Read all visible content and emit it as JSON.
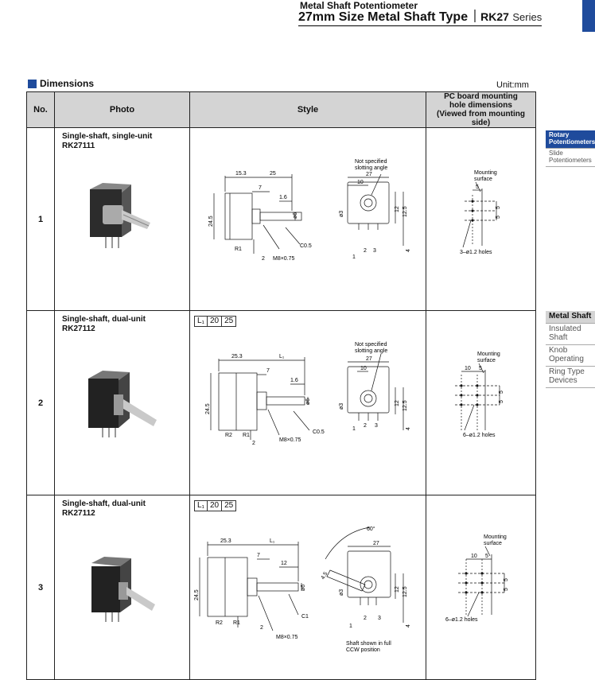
{
  "header": {
    "supertitle": "Metal Shaft Potentiometer",
    "title": "27mm Size Metal Shaft Type",
    "code": "RK27",
    "series": "Series"
  },
  "section": {
    "title": "Dimensions",
    "unit": "Unit:mm"
  },
  "table": {
    "headers": {
      "no": "No.",
      "photo": "Photo",
      "style": "Style",
      "pcb_1": "PC board mounting",
      "pcb_2": "hole dimensions",
      "pcb_3": "(Viewed from mounting side)"
    },
    "rows": [
      {
        "no": "1",
        "title": "Single-shaft, single-unit",
        "model": "RK27111",
        "lbox": null,
        "dims": {
          "a": "15.3",
          "b": "25",
          "c": "7",
          "d": "1.6",
          "shaft": "ø6",
          "height": "24.5",
          "r": "R1",
          "two": "2",
          "thread": "M8×0.75",
          "chamfer": "C0.5",
          "note1": "Not specified",
          "note2": "slotting angle",
          "fw": "27",
          "f10": "10",
          "f12": "12",
          "f125": "12.5",
          "fphi3": "ø3",
          "f1": "1",
          "f2": "2",
          "f3": "3",
          "f4": "4"
        },
        "pcb": {
          "mount1": "Mounting",
          "mount2": "surface",
          "a": "5",
          "b": "5",
          "c": "5",
          "holes": "3–ø1.2 holes"
        }
      },
      {
        "no": "2",
        "title": "Single-shaft, dual-unit",
        "model": "RK27112",
        "lbox": {
          "label": "L₁",
          "v1": "20",
          "v2": "25"
        },
        "dims": {
          "a": "25.3",
          "b": "L₁",
          "c": "7",
          "d": "1.6",
          "shaft": "ø6",
          "height": "24.5",
          "r2": "R2",
          "r": "R1",
          "two": "2",
          "thread": "M8×0.75",
          "chamfer": "C0.5",
          "note1": "Not specified",
          "note2": "slotting angle",
          "fw": "27",
          "f10": "10",
          "f12": "12",
          "f125": "12.5",
          "fphi3": "ø3",
          "f1": "1",
          "f2": "2",
          "f3": "3",
          "f4": "4"
        },
        "pcb": {
          "mount1": "Mounting",
          "mount2": "surface",
          "ten": "10",
          "a": "5",
          "b": "5",
          "c": "5",
          "holes": "6–ø1.2 holes"
        }
      },
      {
        "no": "3",
        "title": "Single-shaft, dual-unit",
        "model": "RK27112",
        "lbox": {
          "label": "L₁",
          "v1": "20",
          "v2": "25"
        },
        "dims": {
          "a": "25.3",
          "b": "L₁",
          "c": "7",
          "d": "12",
          "shaft": "ø6",
          "height": "24.5",
          "r2": "R2",
          "r": "R1",
          "two": "2",
          "thread": "M8×0.75",
          "chamfer": "C1",
          "angle": "60°",
          "diag": "4.5",
          "fw": "27",
          "f12": "12",
          "f125": "12.5",
          "fphi3": "ø3",
          "f1": "1",
          "f2": "2",
          "f3": "3",
          "f4": "4",
          "shownote1": "Shaft shown in full",
          "shownote2": "CCW position"
        },
        "pcb": {
          "mount1": "Mounting",
          "mount2": "surface",
          "ten": "10",
          "a": "5",
          "b": "5",
          "c": "5",
          "holes": "6–ø1.2  holes"
        }
      }
    ]
  },
  "sidebar_top": [
    "Rotary Potentiometers",
    "Slide Potentiometers"
  ],
  "sidebar_bottom": [
    "Metal Shaft",
    "Insulated Shaft",
    "Knob Operating",
    "Ring Type Devices"
  ],
  "colors": {
    "brand_blue": "#1f4b9c",
    "header_gray": "#d4d4d4"
  }
}
